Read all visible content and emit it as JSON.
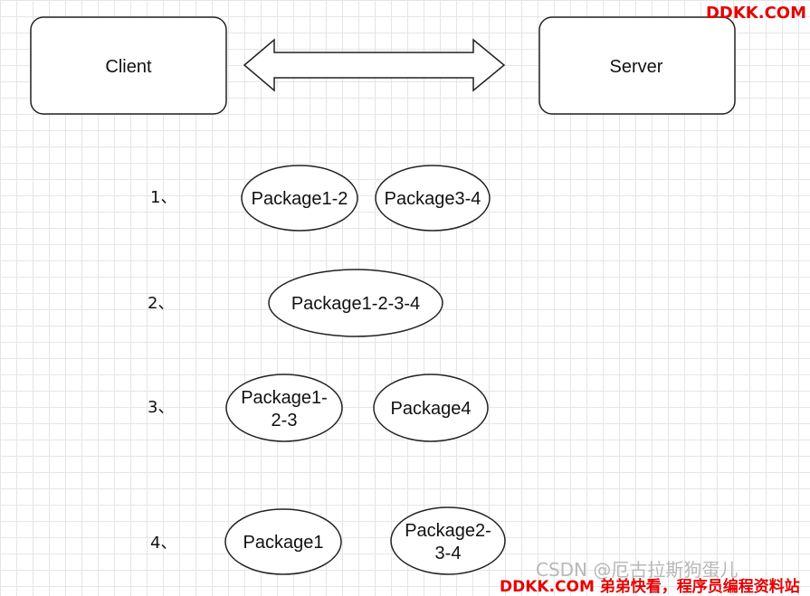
{
  "nodes": {
    "client": "Client",
    "server": "Server"
  },
  "steps": [
    {
      "label": "1、",
      "packages": [
        "Package1-2",
        "Package3-4"
      ]
    },
    {
      "label": "2、",
      "packages": [
        "Package1-2-3-4"
      ]
    },
    {
      "label": "3、",
      "packages": [
        [
          "Package1-",
          "2-3"
        ],
        "Package4"
      ]
    },
    {
      "label": "4、",
      "packages": [
        "Package1",
        [
          "Package2-",
          "3-4"
        ]
      ]
    }
  ],
  "watermarks": {
    "top": "DDKK.COM",
    "csdn": "CSDN @厄古拉斯狗蛋儿",
    "bottom": "DDKK.COM 弟弟快看，程序员编程资料站"
  },
  "colors": {
    "stroke": "#222222",
    "watermark_red": "#e60000"
  }
}
